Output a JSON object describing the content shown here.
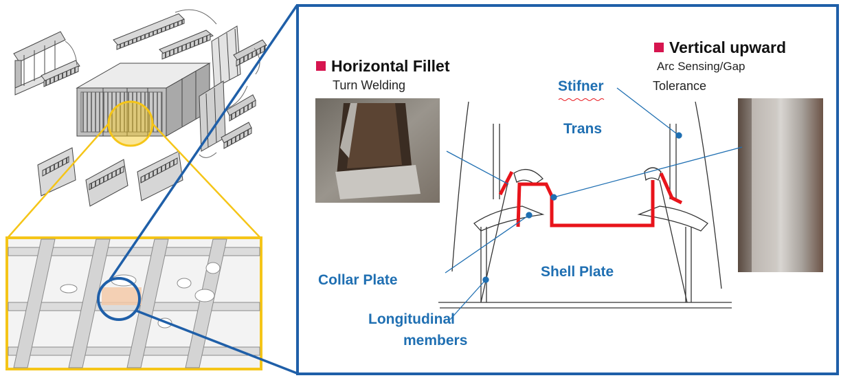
{
  "colors": {
    "frame_blue": "#1f5fa8",
    "label_blue": "#1f6fb2",
    "highlight_yellow": "#f5c518",
    "weld_red": "#e8141b",
    "bullet_red": "#d6154f"
  },
  "labels": {
    "horizontal_title": "Horizontal Fillet",
    "horizontal_sub": "Turn Welding",
    "vertical_title": "Vertical upward",
    "vertical_sub1": "Arc Sensing/Gap",
    "vertical_sub2": "Tolerance",
    "stiffener": "Stifner",
    "trans": "Trans",
    "collar_plate": "Collar Plate",
    "shell_plate": "Shell Plate",
    "longitudinal_1": "Longitudinal",
    "longitudinal_2": "members"
  },
  "icons": {
    "bullet": "red-square-bullet-icon"
  }
}
